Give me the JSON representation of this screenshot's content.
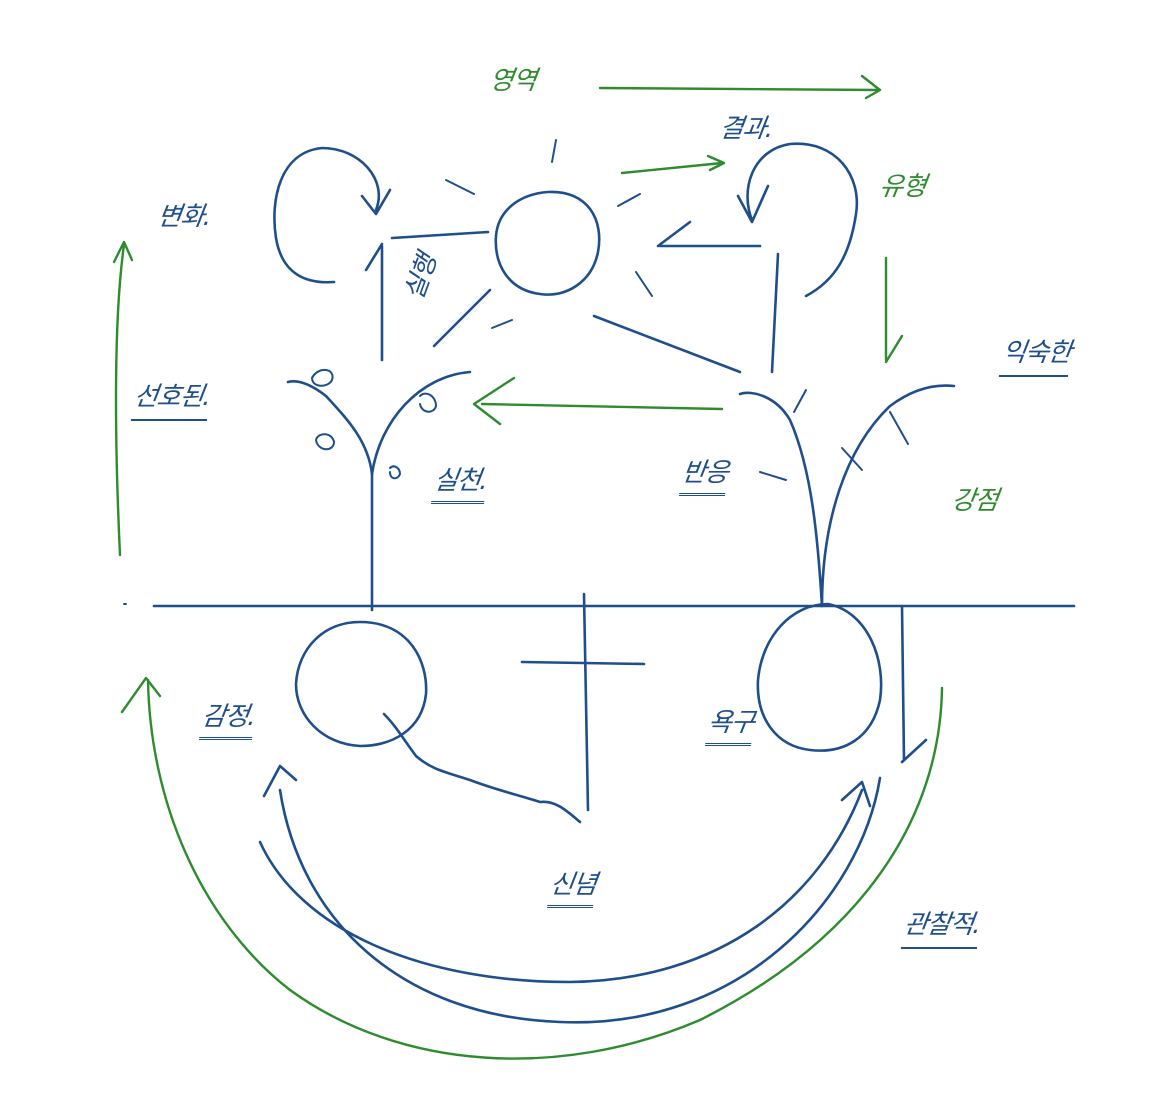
{
  "labels": {
    "top_green_left": "영역",
    "top_blue_mid": "결과.",
    "right_green_upper": "유형",
    "left_blue_upper": "변화.",
    "center_blue_vertical": "실행",
    "right_blue_mid": "익숙한",
    "left_blue_mid": "선호된.",
    "center_left_plant": "실천.",
    "center_right_plant": "반응",
    "right_green_lower": "강점",
    "bottom_left_root": "감정.",
    "bottom_right_root": "욕구",
    "bottom_center": "신념",
    "bottom_right_green": "관찰적."
  },
  "colors": {
    "blue_ink": "#1f4e8c",
    "green_ink": "#2e8b2e",
    "background": "#ffffff"
  }
}
